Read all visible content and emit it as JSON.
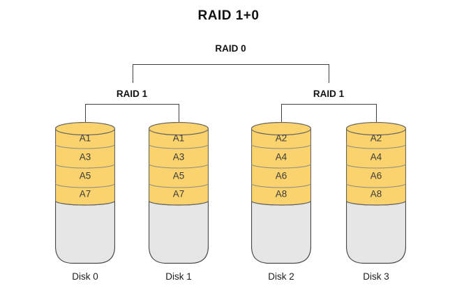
{
  "title": "RAID 1+0",
  "tree": {
    "root_label": "RAID 0",
    "groups": [
      {
        "label": "RAID 1"
      },
      {
        "label": "RAID 1"
      }
    ]
  },
  "disks": [
    {
      "name": "Disk 0",
      "segments": [
        "A1",
        "A3",
        "A5",
        "A7"
      ]
    },
    {
      "name": "Disk 1",
      "segments": [
        "A1",
        "A3",
        "A5",
        "A7"
      ]
    },
    {
      "name": "Disk 2",
      "segments": [
        "A2",
        "A4",
        "A6",
        "A8"
      ]
    },
    {
      "name": "Disk 3",
      "segments": [
        "A2",
        "A4",
        "A6",
        "A8"
      ]
    }
  ],
  "colors": {
    "segment_fill": "#FBD36E",
    "free_space_fill": "#E6E6E6",
    "disk_outline": "#666660",
    "segment_divider": "#8C8C85",
    "connector_line": "#3F3F3F",
    "text": "#1D1D1D"
  }
}
